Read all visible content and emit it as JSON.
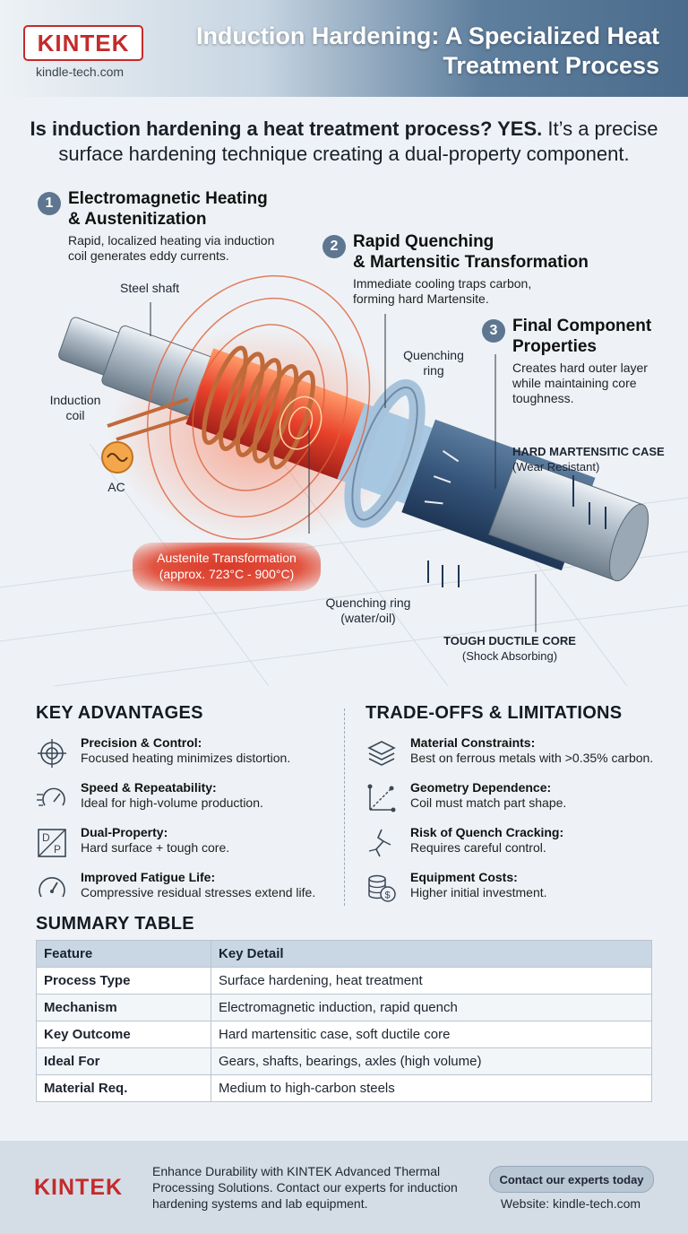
{
  "brand": {
    "name": "KINTEK",
    "site": "kindle-tech.com"
  },
  "header": {
    "title": "Induction Hardening: A Specialized Heat Treatment Process"
  },
  "intro": {
    "bold": "Is induction hardening a heat treatment process? YES.",
    "rest": "It’s a precise surface hardening technique creating a dual-property component."
  },
  "steps": [
    {
      "num": "1",
      "title_a": "Electromagnetic Heating",
      "title_b": "& Austenitization",
      "desc_a": "Rapid, localized heating via induction",
      "desc_b": "coil generates eddy currents."
    },
    {
      "num": "2",
      "title_a": "Rapid Quenching",
      "title_b": "& Martensitic Transformation",
      "desc_a": "Immediate cooling traps carbon,",
      "desc_b": "forming hard Martensite."
    },
    {
      "num": "3",
      "title_a": "Final Component",
      "title_b": "Properties",
      "desc_a": "Creates hard outer layer",
      "desc_b": "while maintaining core",
      "desc_c": "toughness."
    }
  ],
  "diagram": {
    "steel_shaft": "Steel shaft",
    "induction_a": "Induction",
    "induction_b": "coil",
    "ac": "AC",
    "quenching_ring_a": "Quenching",
    "quenching_ring_b": "ring",
    "austenite_a": "Austenite Transformation",
    "austenite_b": "(approx. 723°C - 900°C)",
    "quench_ring2_a": "Quenching ring",
    "quench_ring2_b": "(water/oil)",
    "hard_case_a": "HARD MARTENSITIC CASE",
    "hard_case_b": "(Wear Resistant)",
    "core_a": "TOUGH DUCTILE CORE",
    "core_b": "(Shock Absorbing)"
  },
  "advantages": {
    "title": "KEY ADVANTAGES",
    "items": [
      {
        "title": "Precision & Control:",
        "desc": "Focused heating minimizes distortion.",
        "icon": "target-icon"
      },
      {
        "title": "Speed & Repeatability:",
        "desc": "Ideal for high-volume production.",
        "icon": "speedometer-icon"
      },
      {
        "title": "Dual-Property:",
        "desc": "Hard surface + tough core.",
        "icon": "dual-property-icon"
      },
      {
        "title": "Improved Fatigue Life:",
        "desc": "Compressive residual stresses extend life.",
        "icon": "gauge-icon"
      }
    ]
  },
  "tradeoffs": {
    "title": "TRADE-OFFS & LIMITATIONS",
    "items": [
      {
        "title": "Material Constraints:",
        "desc": "Best on ferrous metals with >0.35% carbon.",
        "icon": "layers-icon"
      },
      {
        "title": "Geometry Dependence:",
        "desc": "Coil must match part shape.",
        "icon": "geometry-icon"
      },
      {
        "title": "Risk of Quench Cracking:",
        "desc": "Requires careful control.",
        "icon": "crack-icon"
      },
      {
        "title": "Equipment Costs:",
        "desc": "Higher initial investment.",
        "icon": "coins-icon"
      }
    ]
  },
  "summary": {
    "title": "SUMMARY TABLE",
    "headers": [
      "Feature",
      "Key Detail"
    ],
    "rows": [
      [
        "Process Type",
        "Surface hardening, heat treatment"
      ],
      [
        "Mechanism",
        "Electromagnetic induction, rapid quench"
      ],
      [
        "Key Outcome",
        "Hard martensitic case, soft ductile core"
      ],
      [
        "Ideal For",
        "Gears, shafts, bearings, axles (high volume)"
      ],
      [
        "Material Req.",
        "Medium to high-carbon steels"
      ]
    ]
  },
  "footer": {
    "text": "Enhance Durability with KINTEK Advanced Thermal Processing Solutions. Contact our experts for induction hardening systems and lab equipment.",
    "contact": "Contact our experts today",
    "website": "Website: kindle-tech.com"
  },
  "colors": {
    "brand_red": "#c42b2b",
    "header_blue": "#4b6b8c",
    "accent_steel": "#5e7690"
  }
}
